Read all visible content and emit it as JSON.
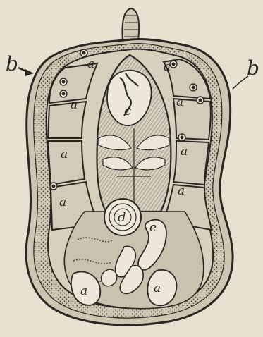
{
  "figure": {
    "labels": {
      "a": "a",
      "b": "b",
      "c": "c",
      "d": "d",
      "e": "e"
    }
  },
  "colors": {
    "background": "#e6e1d0",
    "ink": "#2a2622",
    "shade": "#b7b0a0",
    "light": "#d9d3c2"
  }
}
